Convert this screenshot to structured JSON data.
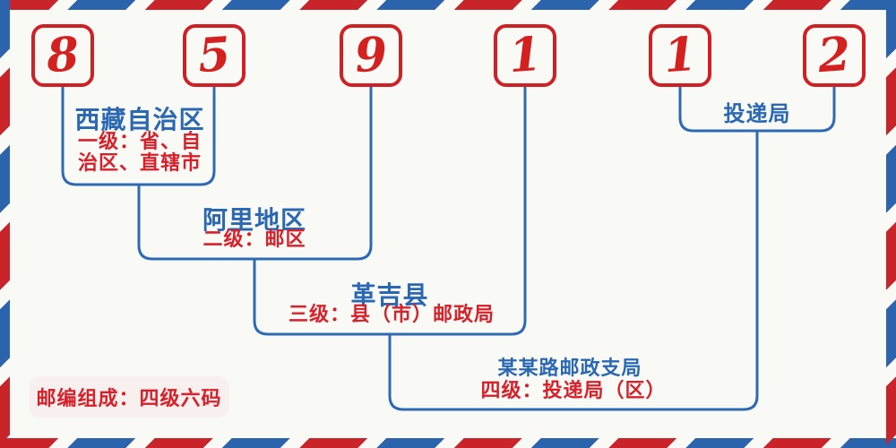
{
  "diagram": {
    "postal_code": [
      "8",
      "5",
      "9",
      "1",
      "1",
      "2"
    ],
    "levels": [
      {
        "name": "西藏自治区",
        "desc_line1": "一级：省、自",
        "desc_line2": "治区、直辖市"
      },
      {
        "name": "阿里地区",
        "desc_line1": "二级：邮区"
      },
      {
        "name": "革吉县",
        "desc_line1": "三级：县（市）邮政局"
      },
      {
        "name": "某某路邮政支局",
        "desc_line1": "四级：投递局（区）"
      }
    ],
    "delivery_office_label": "投递局",
    "footer_note": "邮编组成：四级六码",
    "colors": {
      "digit_red": "#d4211f",
      "box_border_red": "#cf2026",
      "text_red": "#d8202a",
      "text_blue": "#2a68b4",
      "line_blue": "#2d6ab3",
      "stripe_red": "#c9242a",
      "stripe_blue": "#2b63ad",
      "background": "#f9faf6",
      "badge_background": "#f8f0ee"
    }
  }
}
